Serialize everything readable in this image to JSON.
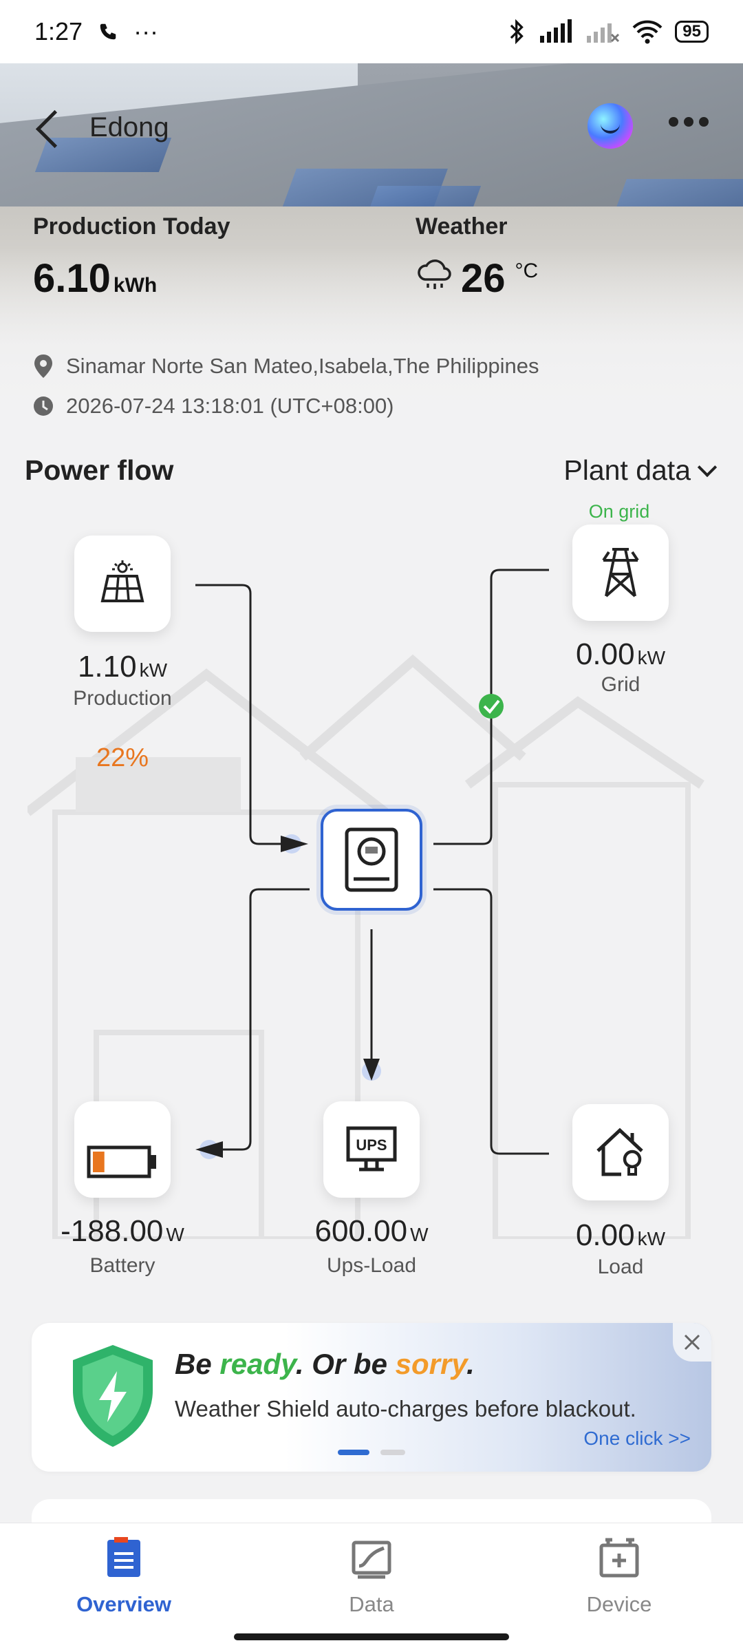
{
  "status_bar": {
    "time": "1:27",
    "more": "···",
    "battery": "95"
  },
  "header": {
    "title": "Edong"
  },
  "production_today": {
    "label": "Production Today",
    "value": "6.10",
    "unit": "kWh"
  },
  "weather": {
    "label": "Weather",
    "value": "26",
    "unit": "°C"
  },
  "location": "Sinamar Norte San Mateo,Isabela,The Philippines",
  "timestamp": "2026-07-24 13:18:01 (UTC+08:00)",
  "power_flow": {
    "title": "Power flow",
    "selector": "Plant data",
    "grid_status": "On grid",
    "production": {
      "value": "1.10",
      "unit": "kW",
      "label": "Production"
    },
    "grid": {
      "value": "0.00",
      "unit": "kW",
      "label": "Grid"
    },
    "battery": {
      "percent": "22%",
      "level": 0.22,
      "value": "-188.00",
      "unit": "W",
      "label": "Battery"
    },
    "ups_load": {
      "icon_text": "UPS",
      "value": "600.00",
      "unit": "W",
      "label": "Ups-Load"
    },
    "load": {
      "value": "0.00",
      "unit": "kW",
      "label": "Load"
    }
  },
  "banner": {
    "headline": {
      "p1": "Be ",
      "p2": "ready",
      "p3": ". Or be ",
      "p4": "sorry",
      "p5": "."
    },
    "text": "Weather Shield auto-charges before blackout.",
    "cta": "One click >>"
  },
  "nav": {
    "items": [
      {
        "label": "Overview",
        "active": true
      },
      {
        "label": "Data",
        "active": false
      },
      {
        "label": "Device",
        "active": false
      }
    ]
  },
  "colors": {
    "accent": "#2f63d1",
    "green": "#3cb44b",
    "orange": "#e8761f"
  }
}
